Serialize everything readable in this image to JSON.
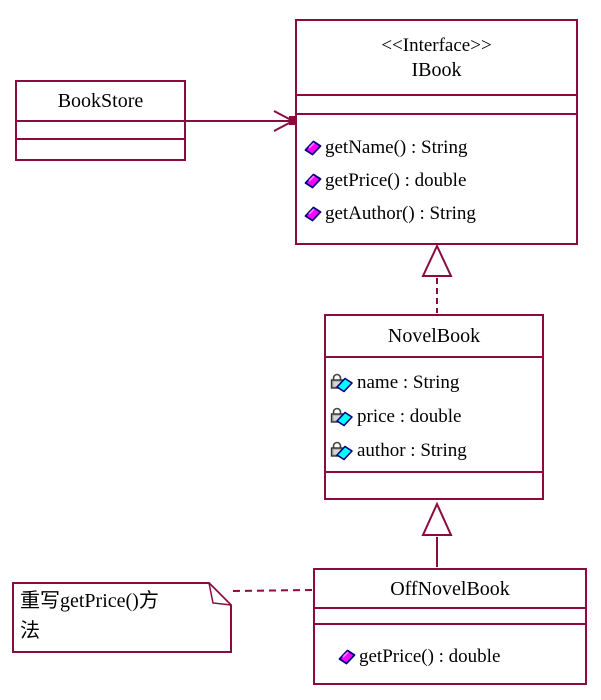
{
  "diagram": {
    "kind": "uml-class-diagram"
  },
  "colors": {
    "line": "#8D0A3E",
    "background": "#FFFFFF",
    "text": "#000000",
    "public_method_icon": "#FF00FF",
    "private_attribute_icon": "#00FFFF",
    "lock_icon": "#AAAAAA",
    "icon_outline": "#000080"
  },
  "classes": {
    "bookstore": {
      "name": "BookStore"
    },
    "ibook": {
      "stereotype": "<<Interface>>",
      "name": "IBook",
      "methods": [
        "getName() : String",
        "getPrice() : double",
        "getAuthor() : String"
      ]
    },
    "novelbook": {
      "name": "NovelBook",
      "attributes": [
        "name : String",
        "price : double",
        "author : String"
      ]
    },
    "offnovelbook": {
      "name": "OffNovelBook",
      "methods": [
        "getPrice() : double"
      ]
    }
  },
  "note": {
    "text": "重写getPrice()方法",
    "lines": [
      "重写getPrice()方",
      "法"
    ]
  },
  "relationships": [
    {
      "type": "association-arrow",
      "from": "BookStore",
      "to": "IBook",
      "line": "solid",
      "head": "open-arrow"
    },
    {
      "type": "realization",
      "from": "NovelBook",
      "to": "IBook",
      "line": "dashed",
      "head": "hollow-triangle"
    },
    {
      "type": "generalization",
      "from": "OffNovelBook",
      "to": "NovelBook",
      "line": "solid",
      "head": "hollow-triangle"
    },
    {
      "type": "note-anchor",
      "from": "note",
      "to": "OffNovelBook",
      "line": "dashed",
      "head": "none"
    }
  ]
}
